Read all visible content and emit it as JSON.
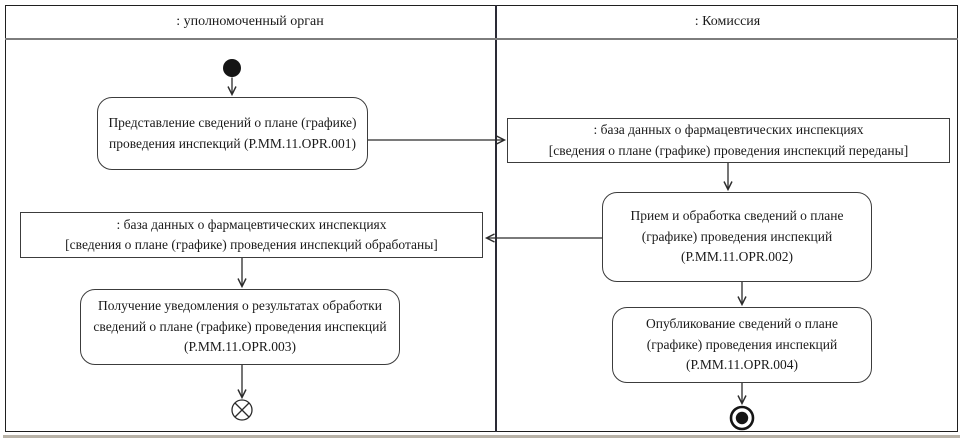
{
  "diagram": {
    "type": "uml-activity-swimlane",
    "lanes": [
      {
        "label": ": уполномоченный орган"
      },
      {
        "label": ": Комиссия"
      }
    ],
    "nodes": {
      "opr001": {
        "label": "Представление сведений о плане (графике) проведения инспекций (P.MM.11.OPR.001)"
      },
      "db_transferred": {
        "name": ": база данных о фармацевтических инспекциях",
        "state": "[сведения о плане (графике) проведения инспекций переданы]"
      },
      "opr002": {
        "label": "Прием и обработка сведений о плане (графике) проведения инспекций (P.MM.11.OPR.002)"
      },
      "db_processed": {
        "name": ": база данных о фармацевтических инспекциях",
        "state": "[сведения о плане (графике) проведения инспекций обработаны]"
      },
      "opr003": {
        "label": "Получение уведомления о результатах обработки сведений о плане (графике) проведения инспекций (P.MM.11.OPR.003)"
      },
      "opr004": {
        "label": "Опубликование сведений о плане (графике) проведения инспекций (P.MM.11.OPR.004)"
      }
    },
    "symbols": {
      "initial_node": "filled-circle",
      "flow_final_node": "circle-with-x",
      "activity_final_node": "bullseye"
    },
    "colors": {
      "line": "#1a1a1a",
      "background": "#ffffff",
      "text": "#1a1a1a"
    }
  }
}
